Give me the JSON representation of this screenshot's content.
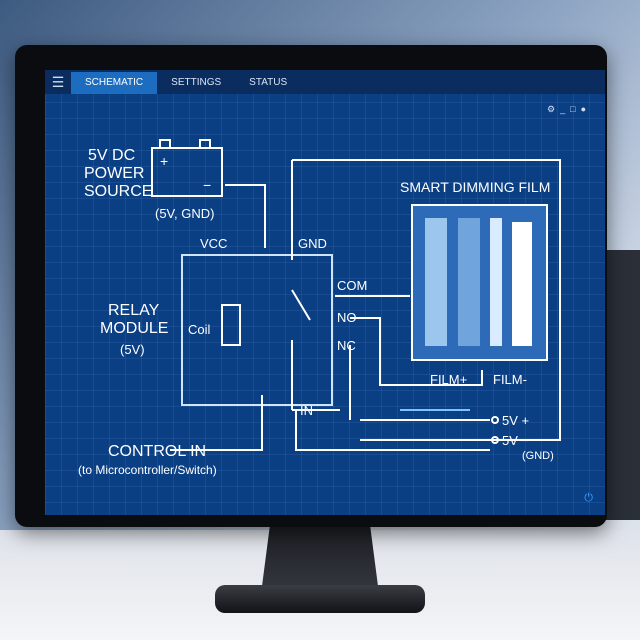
{
  "tabs": [
    {
      "label": "SCHEMATIC",
      "active": true
    },
    {
      "label": "SETTINGS",
      "active": false
    },
    {
      "label": "STATUS",
      "active": false
    }
  ],
  "window_controls": {
    "settings": "gear-icon",
    "minimize": "minimize-icon",
    "maximize": "maximize-icon",
    "close": "close-icon"
  },
  "schematic": {
    "power_source": {
      "line1": "5V DC",
      "line2": "POWER",
      "line3": "SOURCE",
      "sub": "(5V, GND)",
      "plus": "+",
      "minus": "−"
    },
    "relay": {
      "line1": "RELAY",
      "line2": "MODULE",
      "sub": "(5V)",
      "coil": "Coil",
      "vcc": "VCC",
      "gnd": "GND",
      "com": "COM",
      "no": "NO",
      "nc": "NC",
      "in": "IN"
    },
    "film": {
      "title": "SMART DIMMING FILM",
      "film_plus": "FILM+",
      "film_minus": "FILM-"
    },
    "control": {
      "line1": "CONTROL IN",
      "line2": "(to Microcontroller/Switch)"
    },
    "outputs": {
      "v_plus": "5V +",
      "v_minus": "5V −",
      "gnd": "(GND)"
    }
  },
  "colors": {
    "screen": "#0b3f84",
    "tab_active": "#1c6cc0",
    "wire": "#ffffff",
    "accent": "#7cc4ff"
  }
}
